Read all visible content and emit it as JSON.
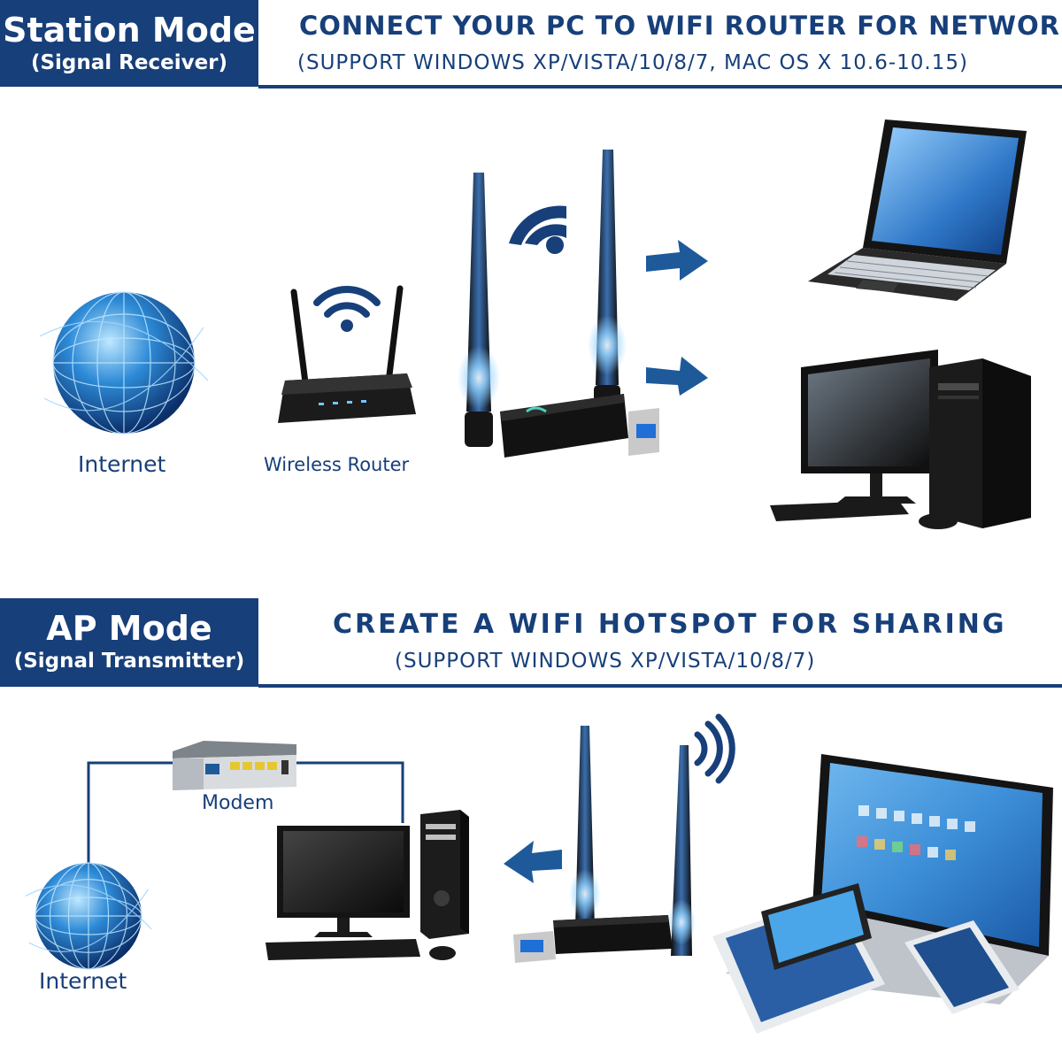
{
  "colors": {
    "brand_blue": "#173f7a",
    "arrow_blue": "#1e5a9a",
    "device_black": "#161616",
    "screen_blue": "#2f78c8",
    "glow_blue": "#8fd0ff"
  },
  "station": {
    "title": "Station Mode",
    "subtitle": "(Signal Receiver)",
    "heading": "CONNECT YOUR PC TO WIFI ROUTER FOR NETWORK",
    "support": "(SUPPORT WINDOWS XP/VISTA/10/8/7, MAC OS X 10.6-10.15)",
    "labels": {
      "internet": "Internet",
      "router": "Wireless Router"
    },
    "icons": [
      "globe-icon",
      "router-icon",
      "wifi-icon",
      "usb-adapter-icon",
      "laptop-icon",
      "desktop-pc-icon",
      "arrow-right-icon"
    ]
  },
  "ap": {
    "title": "AP Mode",
    "subtitle": "(Signal Transmitter)",
    "heading": "CREATE A WIFI HOTSPOT FOR SHARING",
    "support": "(SUPPORT WINDOWS XP/VISTA/10/8/7)",
    "labels": {
      "modem": "Modem",
      "internet": "Internet"
    },
    "icons": [
      "globe-icon",
      "modem-icon",
      "desktop-pc-icon",
      "usb-adapter-icon",
      "wifi-icon",
      "arrow-left-icon",
      "laptop-icon",
      "tablet-icon",
      "phone-icon"
    ]
  }
}
